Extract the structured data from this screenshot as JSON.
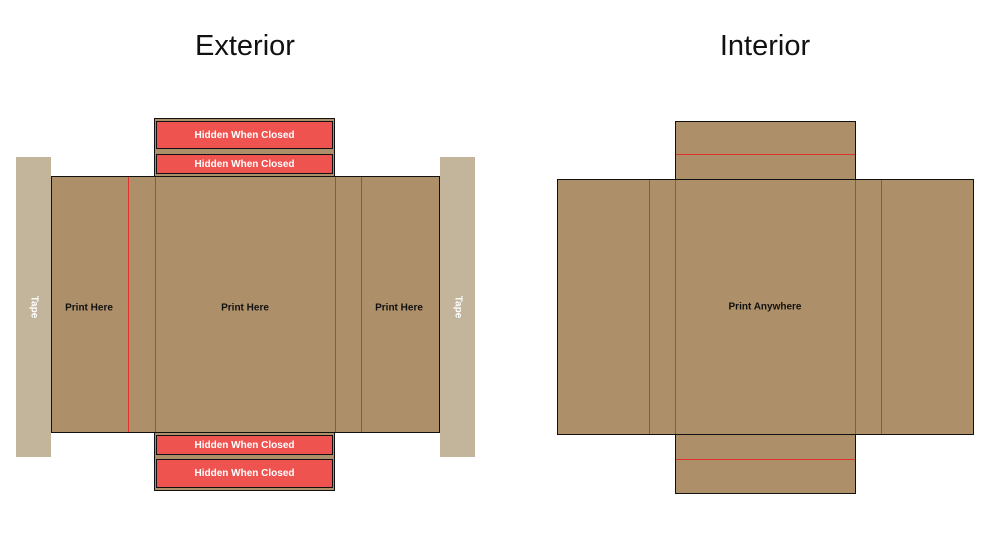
{
  "titles": {
    "exterior": "Exterior",
    "interior": "Interior"
  },
  "exterior": {
    "tape_label": "Tape",
    "hidden_label": "Hidden When Closed",
    "print_labels": [
      "Print Here",
      "Print Here",
      "Print Here"
    ]
  },
  "interior": {
    "print_label": "Print Anywhere"
  },
  "colors": {
    "cardboard": "#ad8f6a",
    "tape": "#c2b59c",
    "hidden": "#ef5350",
    "fold_line": "#e0312a"
  }
}
